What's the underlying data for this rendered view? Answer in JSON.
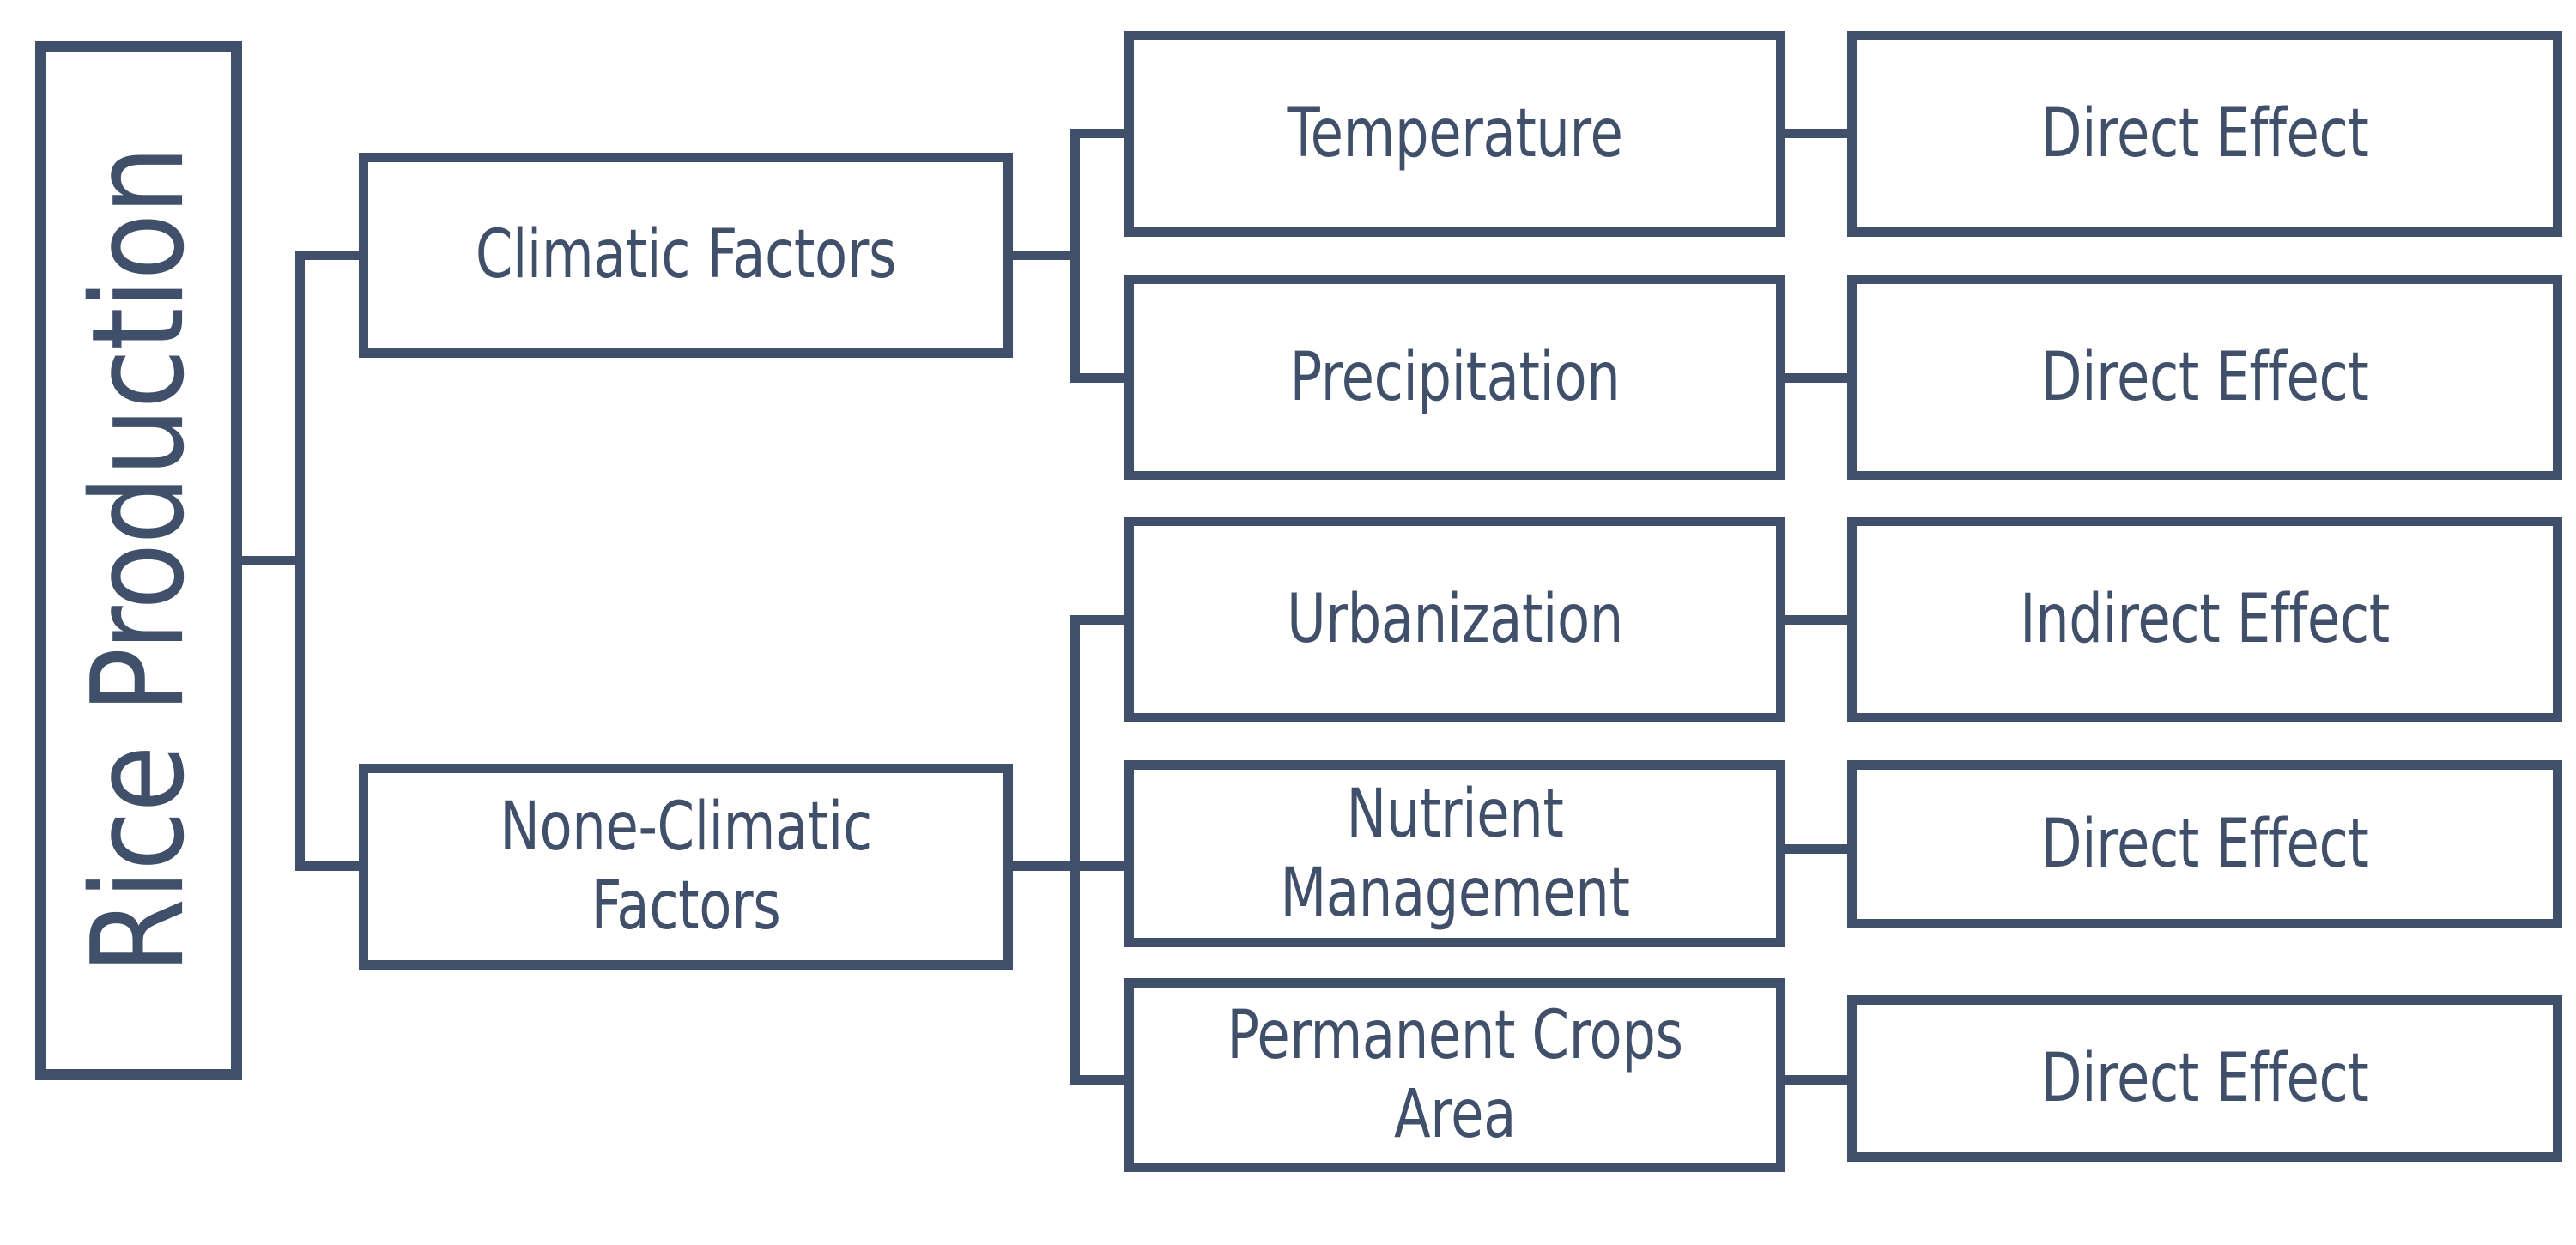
{
  "diagram": {
    "title": "Rice Production",
    "accent_color": "#41506a",
    "background_color": "#ffffff",
    "root": {
      "label": "Rice Production",
      "orientation": "vertical-bottom-to-top"
    },
    "level1": [
      {
        "id": "climatic",
        "label": "Climatic Factors"
      },
      {
        "id": "nonclimatic",
        "label": "None-Climatic\nFactors"
      }
    ],
    "level2": [
      {
        "id": "temperature",
        "label": "Temperature",
        "parent": "climatic"
      },
      {
        "id": "precipitation",
        "label": "Precipitation",
        "parent": "climatic"
      },
      {
        "id": "urbanization",
        "label": "Urbanization",
        "parent": "nonclimatic"
      },
      {
        "id": "nutrient",
        "label": "Nutrient\nManagement",
        "parent": "nonclimatic"
      },
      {
        "id": "permanent",
        "label": "Permanent Crops\nArea",
        "parent": "nonclimatic"
      }
    ],
    "level3": [
      {
        "id": "effect-1",
        "label": "Direct Effect",
        "parent": "temperature"
      },
      {
        "id": "effect-2",
        "label": "Direct Effect",
        "parent": "precipitation"
      },
      {
        "id": "effect-3",
        "label": "Indirect Effect",
        "parent": "urbanization"
      },
      {
        "id": "effect-4",
        "label": "Direct Effect",
        "parent": "nutrient"
      },
      {
        "id": "effect-5",
        "label": "Direct Effect",
        "parent": "permanent"
      }
    ]
  }
}
